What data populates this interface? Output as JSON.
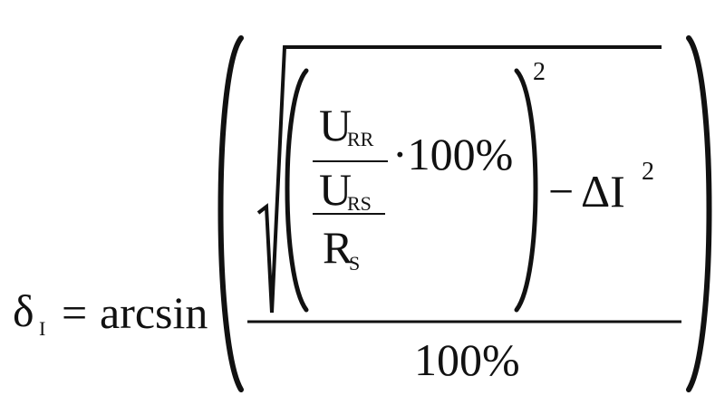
{
  "formula": {
    "lhs": {
      "symbol": "δ",
      "subscript": "I"
    },
    "equals": "=",
    "function_name": "arcsin",
    "inner_fraction": {
      "numerator": {
        "main": "U",
        "subscript": "RR"
      },
      "denominator_fraction": {
        "numerator": {
          "main": "U",
          "subscript": "RS"
        },
        "denominator": {
          "main": "R",
          "subscript": "S"
        }
      },
      "multiplier": "·100%"
    },
    "outer_power": "2",
    "minus_term": {
      "operator": "−",
      "symbol": "ΔI",
      "power": "2"
    },
    "divisor": "100%"
  }
}
